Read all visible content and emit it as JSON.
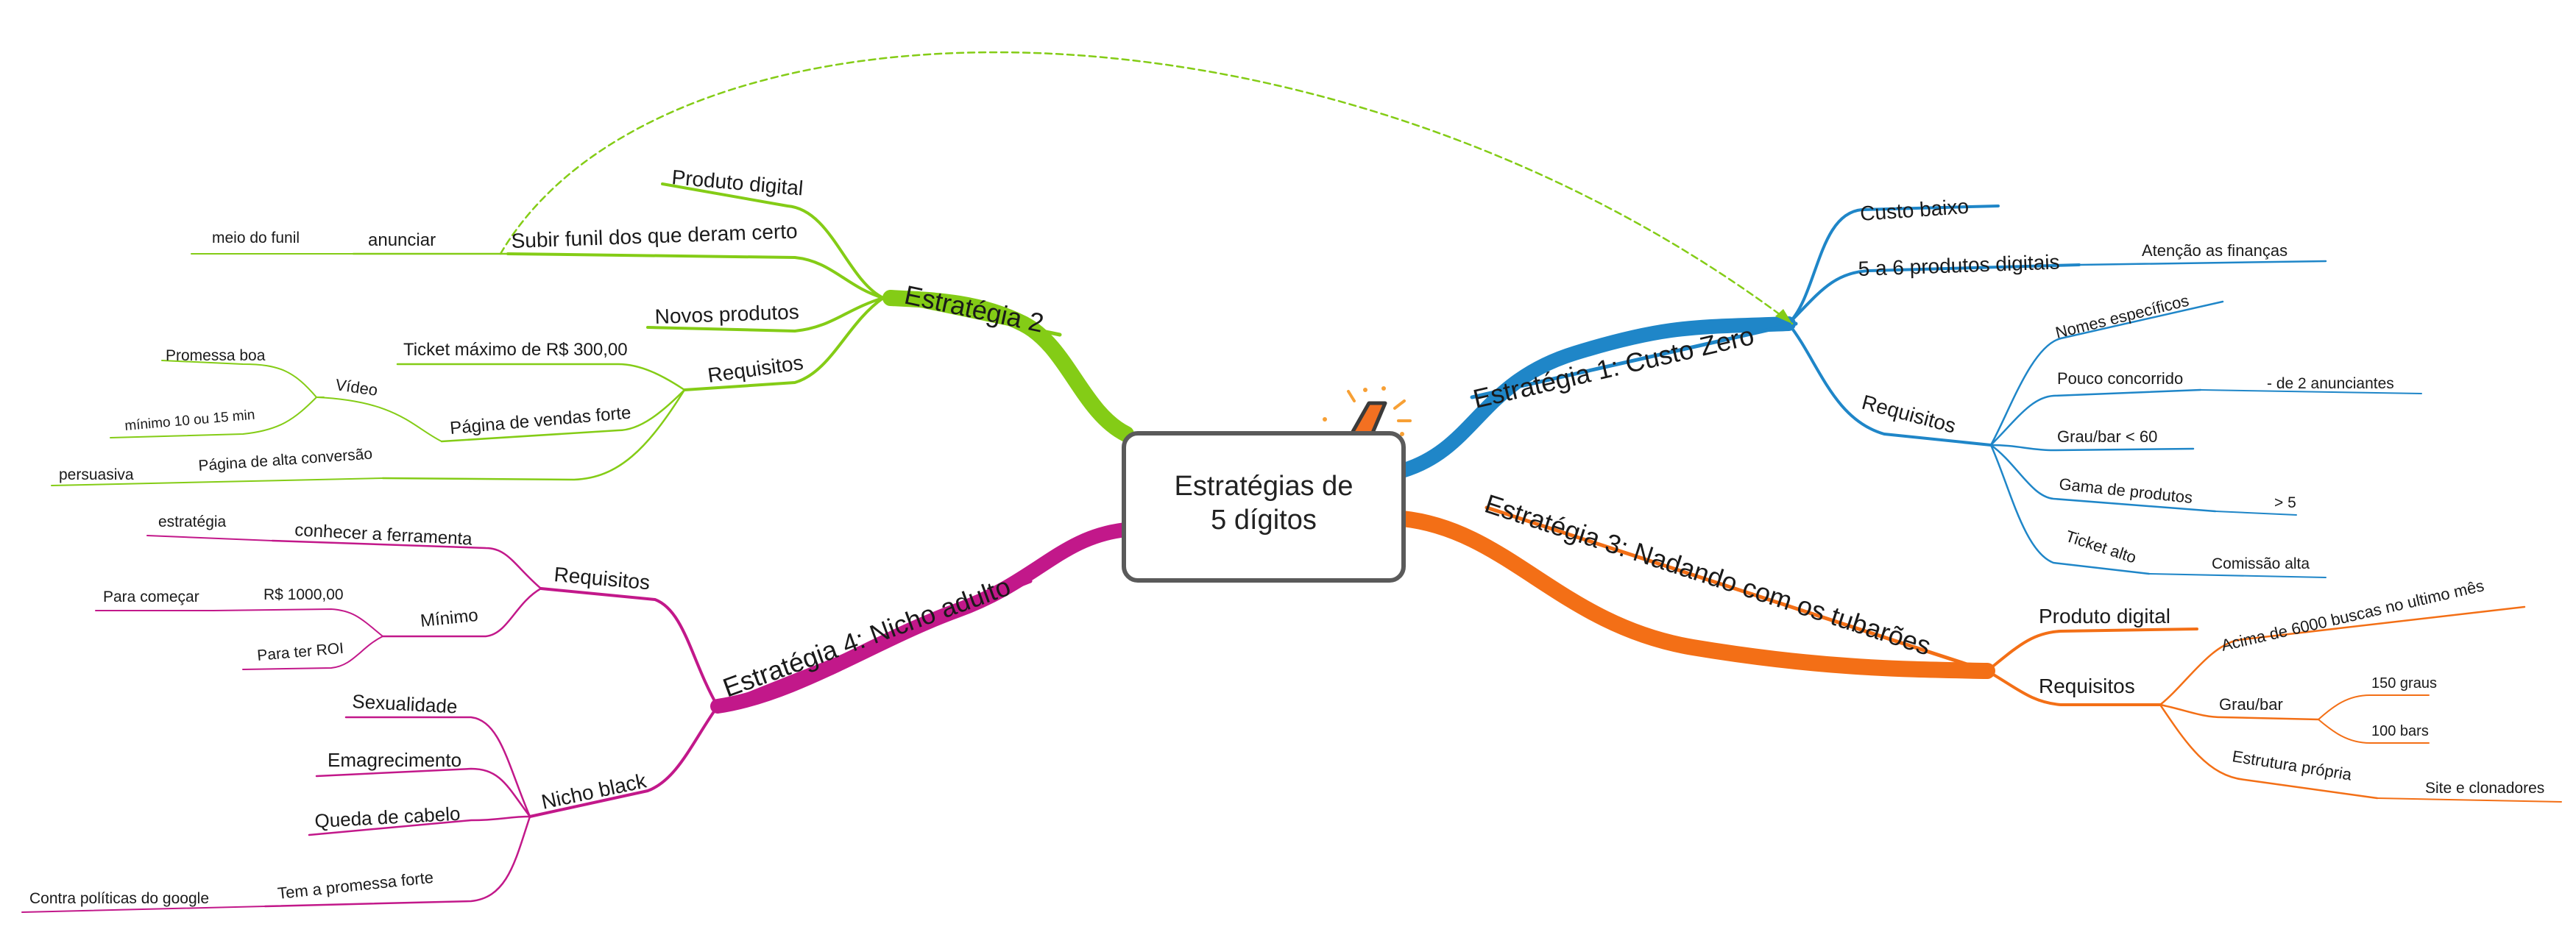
{
  "colors": {
    "branch_1": "#1f86c8",
    "branch_2": "#84cc16",
    "branch_3": "#f36f16",
    "branch_4": "#c2188a",
    "center_border": "#5a5a5a",
    "icon_bolt": "#f37021",
    "icon_sparks": "#f7a035",
    "relationship": "#84cc16"
  },
  "center": {
    "title": "Estratégias de\n5 dígitos",
    "icon": "lightning-bolt-icon"
  },
  "branches": {
    "estrategia_1": {
      "title": "Estratégia 1: Custo Zero",
      "custo_baixo": "Custo baixo",
      "produtos_digitais": "5 a 6 produtos digitais",
      "atencao": "Atenção as finanças",
      "requisitos": "Requisitos",
      "nomes": "Nomes específicos",
      "pouco": "Pouco concorrido",
      "anunciantes": "- de 2 anunciantes",
      "grau": "Grau/bar < 60",
      "gama": "Gama de produtos",
      "gama_val": "> 5",
      "ticket": "Ticket alto",
      "comissao": "Comissão alta"
    },
    "estrategia_2": {
      "title": "Estratégia 2",
      "produto_digital": "Produto digital",
      "subir_funil": "Subir funil dos que deram certo",
      "anunciar": "anunciar",
      "meio_funil": "meio do funil",
      "novos_produtos": "Novos produtos",
      "requisitos": "Requisitos",
      "ticket_max": "Ticket máximo de R$ 300,00",
      "pagina_vendas": "Página de vendas forte",
      "video": "Vídeo",
      "promessa": "Promessa boa",
      "minimo": "mínimo 10 ou 15 min",
      "pagina_conversao": "Página de alta conversão",
      "persuasiva": "persuasiva"
    },
    "estrategia_3": {
      "title": "Estratégia 3: Nadando com os tubarões",
      "produto_digital": "Produto digital",
      "requisitos": "Requisitos",
      "acima": "Acima de 6000 buscas no ultimo mês",
      "grau_bar": "Grau/bar",
      "graus_150": "150 graus",
      "bars_100": "100 bars",
      "estrutura": "Estrutura própria",
      "site": "Site e clonadores"
    },
    "estrategia_4": {
      "title": "Estratégia 4: Nicho adulto",
      "requisitos": "Requisitos",
      "conhecer": "conhecer a ferramenta",
      "estrategia": "estratégia",
      "minimo": "Mínimo",
      "valor": "R$ 1000,00",
      "para_comecar": "Para começar",
      "para_roi": "Para ter ROI",
      "nicho_black": "Nicho black",
      "sexualidade": "Sexualidade",
      "emagrecimento": "Emagrecimento",
      "queda": "Queda de cabelo",
      "promessa": "Tem a promessa forte",
      "contra": "Contra políticas do google"
    }
  }
}
